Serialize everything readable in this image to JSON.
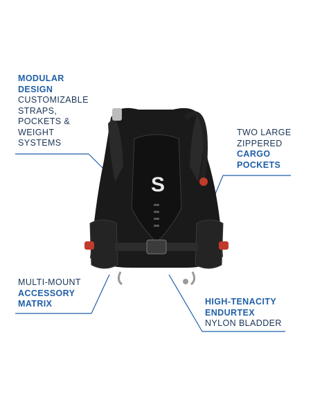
{
  "callouts": {
    "modular": {
      "title_1": "MODULAR",
      "title_2": "DESIGN",
      "line_1": "CUSTOMIZABLE",
      "line_2": "STRAPS,",
      "line_3": "POCKETS &",
      "line_4": "WEIGHT",
      "line_5": "SYSTEMS"
    },
    "cargo": {
      "line_1": "TWO LARGE",
      "line_2": "ZIPPERED",
      "bold_1": "CARGO",
      "bold_2": "POCKETS"
    },
    "matrix": {
      "line_1": "MULTI-MOUNT",
      "bold_1": "ACCESSORY",
      "bold_2": "MATRIX"
    },
    "bladder": {
      "bold_1": "HIGH-TENACITY",
      "bold_2": "ENDURTEX",
      "line_1": "NYLON BLADDER"
    }
  },
  "colors": {
    "text_dark": "#1b3557",
    "accent_blue": "#1f5fa8",
    "vest_black": "#1a1a1a",
    "leader_line": "#1f5fa8"
  }
}
